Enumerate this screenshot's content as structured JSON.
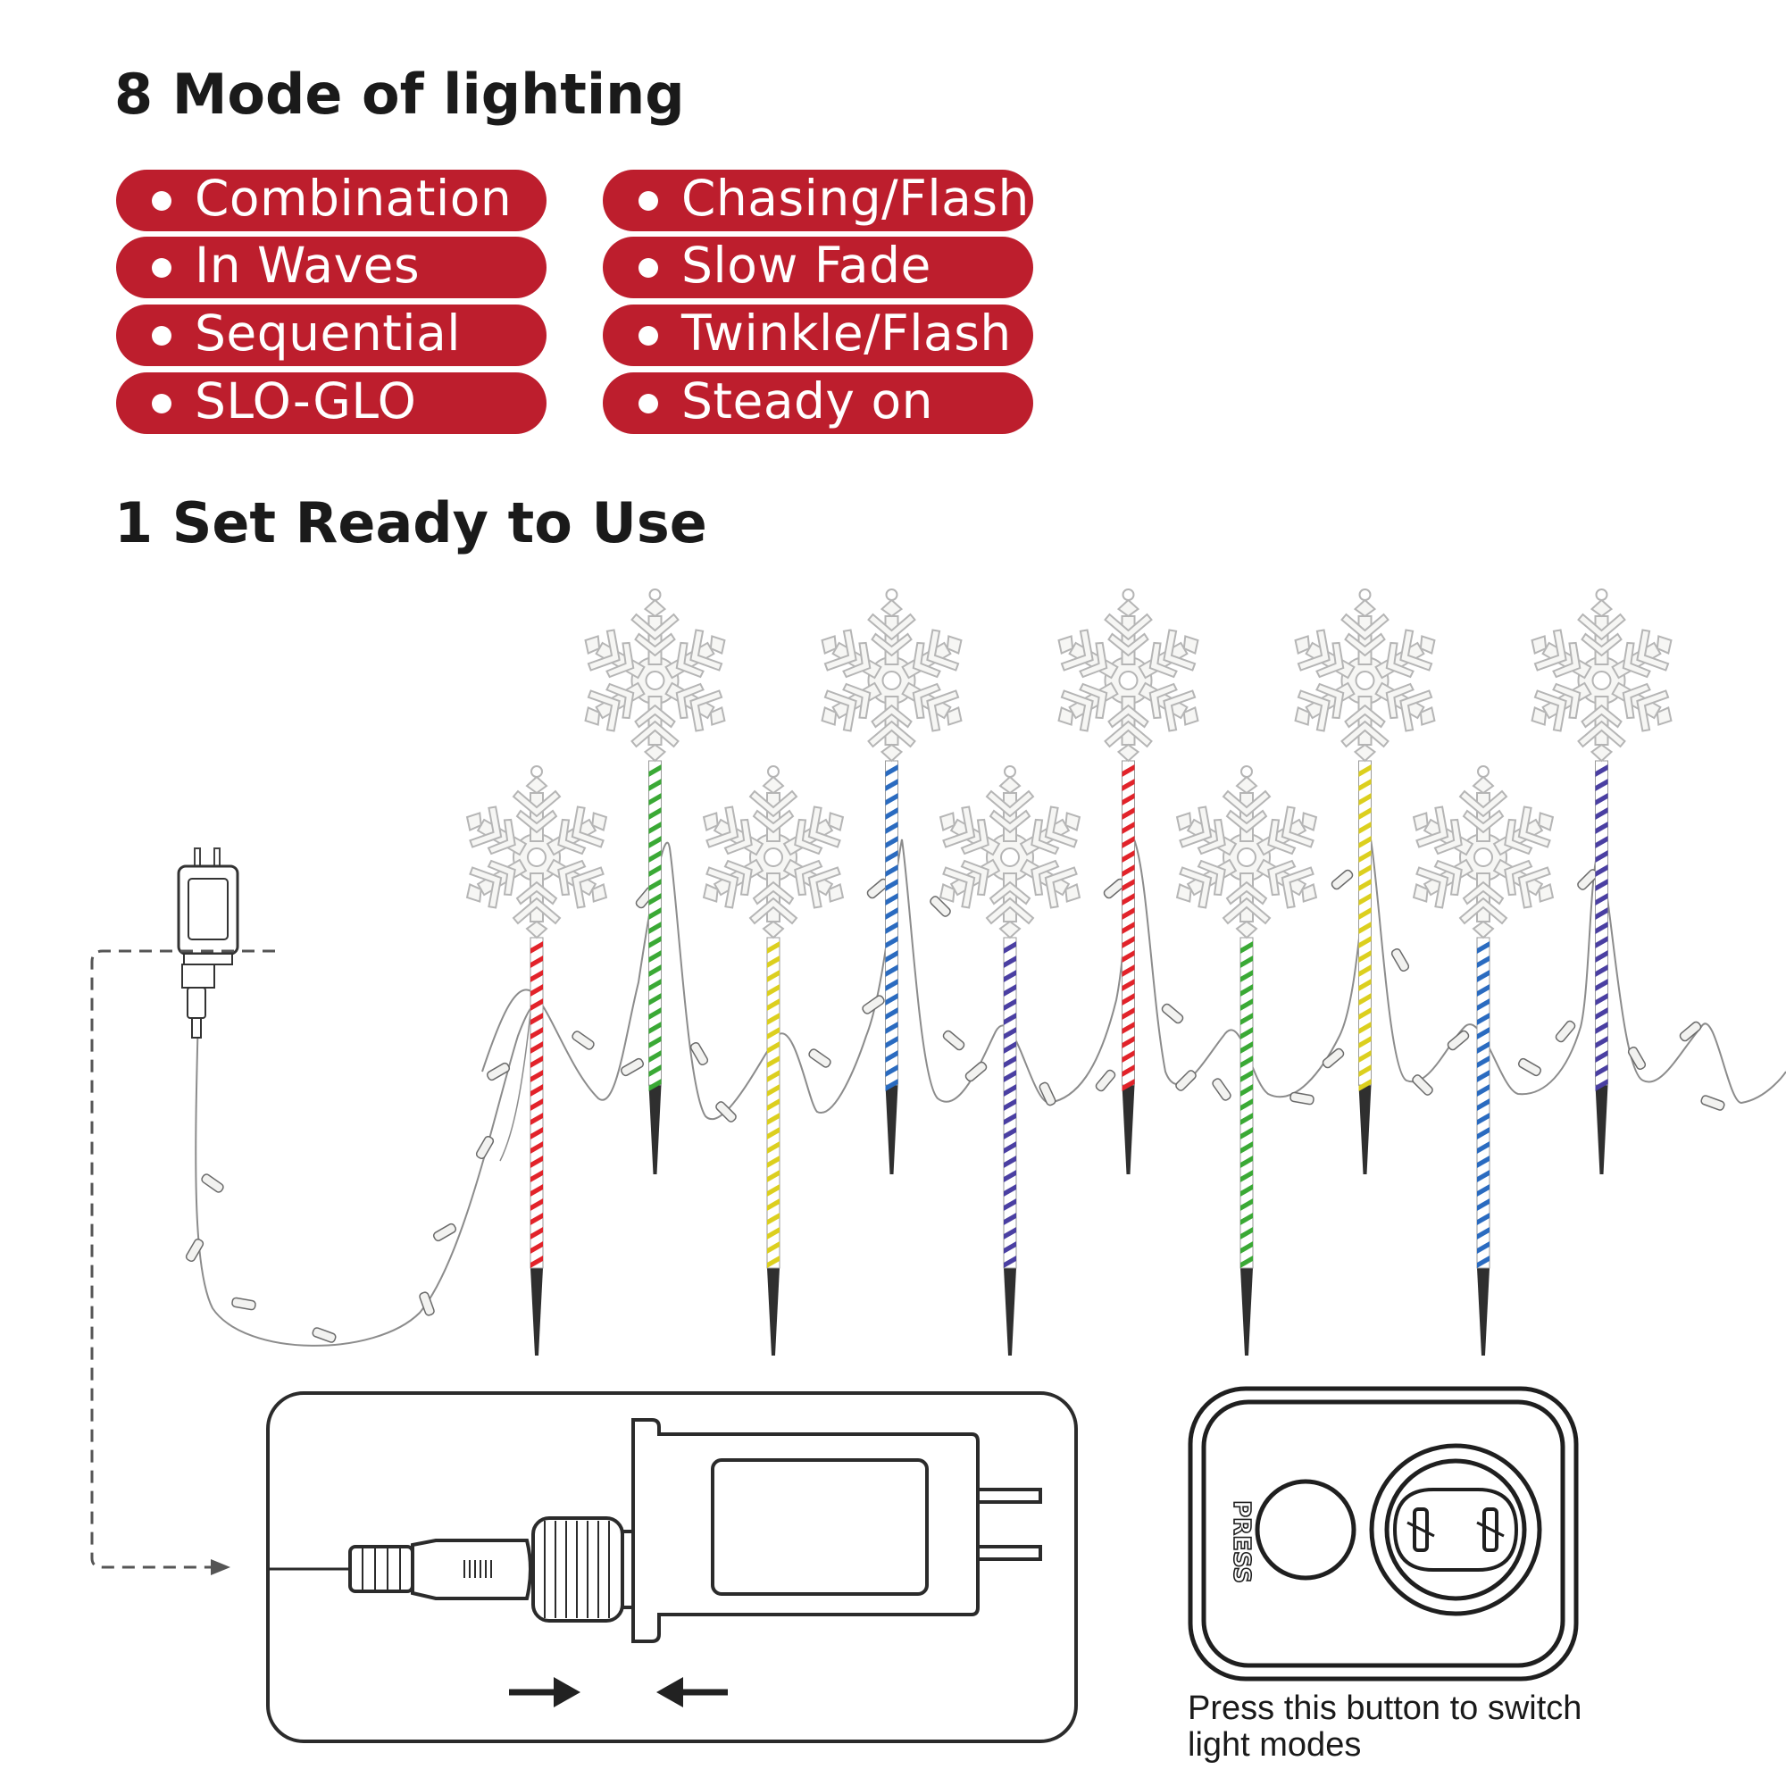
{
  "headings": {
    "modes_title": "8 Mode of lighting",
    "ready_title": "1 Set Ready to Use"
  },
  "modes": [
    "Combination",
    "In Waves",
    "Sequential",
    "SLO-GLO",
    "Chasing/Flash",
    "Slow Fade",
    "Twinkle/Flash",
    "Steady on"
  ],
  "controller": {
    "button_label": "PRESS",
    "caption_line1": "Press this button to switch",
    "caption_line2": "light modes"
  },
  "stakes": [
    {
      "row": "front",
      "stripe_color": "#e2232a"
    },
    {
      "row": "back",
      "stripe_color": "#3aa935"
    },
    {
      "row": "front",
      "stripe_color": "#dccf1e"
    },
    {
      "row": "back",
      "stripe_color": "#2a6bc0"
    },
    {
      "row": "front",
      "stripe_color": "#4a3fa2"
    },
    {
      "row": "back",
      "stripe_color": "#e2232a"
    },
    {
      "row": "front",
      "stripe_color": "#3aa935"
    },
    {
      "row": "back",
      "stripe_color": "#dccf1e"
    },
    {
      "row": "front",
      "stripe_color": "#2a6bc0"
    },
    {
      "row": "back",
      "stripe_color": "#4a3fa2"
    }
  ],
  "colors": {
    "pill_background": "#bd1e2d",
    "pill_text": "#ffffff",
    "heading_text": "#1a1a1a",
    "outline": "#2b2b2b",
    "stake_spike": "#2f2f2f"
  },
  "icons": [
    "snowflake-icon",
    "power-adapter-icon",
    "connector-icon",
    "right-arrow-icon",
    "left-arrow-icon",
    "press-button-icon",
    "outlet-icon"
  ]
}
